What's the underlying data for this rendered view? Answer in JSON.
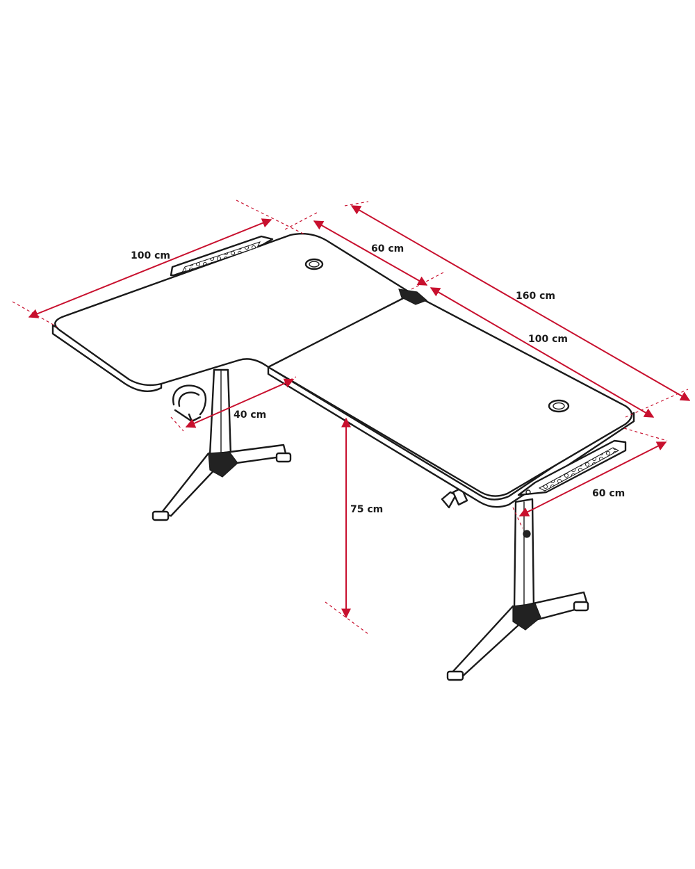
{
  "dimensions": {
    "left_depth": "100 cm",
    "top_depth": "60 cm",
    "total_width": "160 cm",
    "right_width": "100 cm",
    "inner_depth": "40 cm",
    "height": "75 cm",
    "right_depth": "60 cm"
  },
  "colors": {
    "dimension_line": "#c8102e",
    "outline": "#1a1a1a",
    "background": "#ffffff"
  }
}
